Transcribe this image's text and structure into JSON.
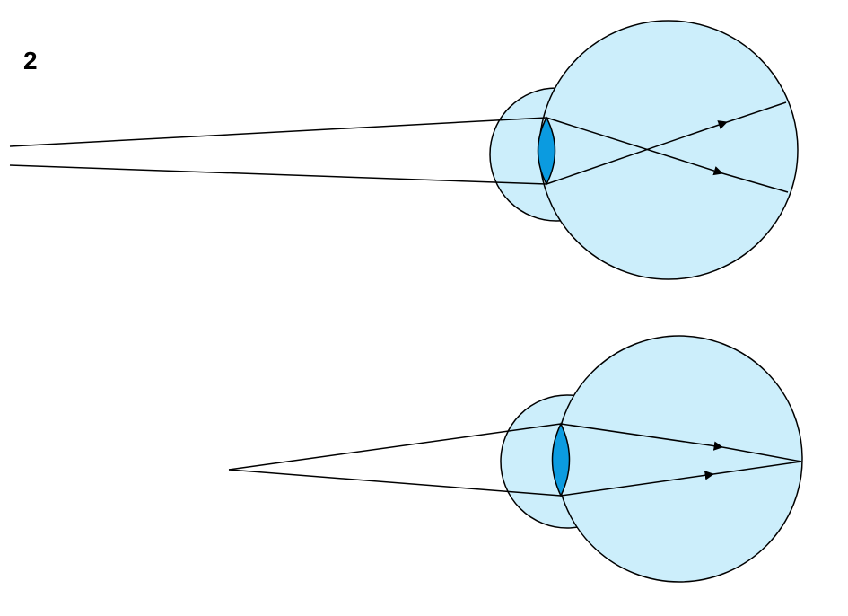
{
  "figure": {
    "label": "2",
    "colors": {
      "eye_fill": "#cceefb",
      "lens_fill": "#0b9be0",
      "outline": "#000000",
      "background": "#ffffff"
    },
    "panels": [
      {
        "name": "top-eye",
        "description_hidden": true
      },
      {
        "name": "bottom-eye",
        "description_hidden": true
      }
    ]
  }
}
